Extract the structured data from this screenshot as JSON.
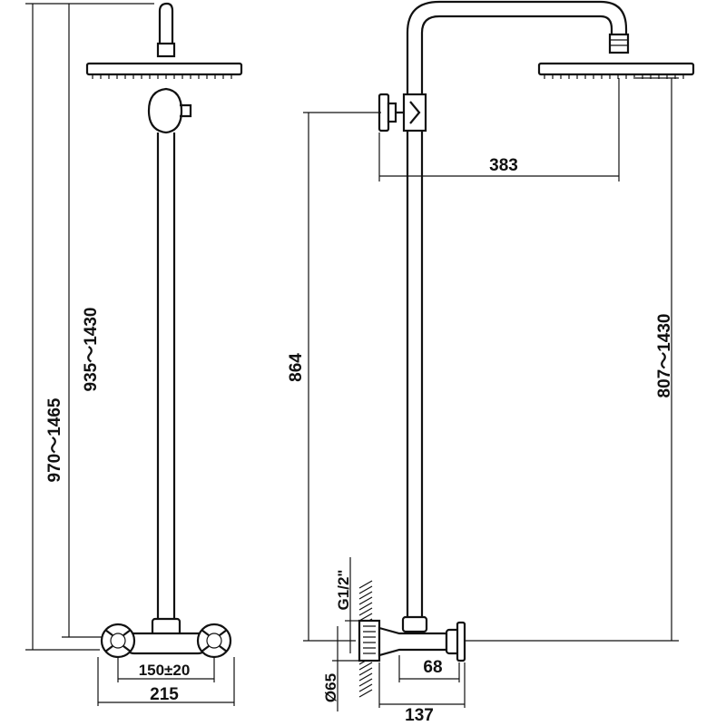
{
  "dimensions": {
    "front_total_height": "970～1465",
    "front_pipe_height": "935～1430",
    "front_center_spacing": "150±20",
    "front_total_width": "215",
    "side_arm_reach": "383",
    "side_arm_height": "864",
    "side_head_height": "807～1430",
    "side_thread": "G1/2\"",
    "side_wall_dia": "Ø65",
    "side_outlet_depth": "68",
    "side_total_depth": "137"
  }
}
